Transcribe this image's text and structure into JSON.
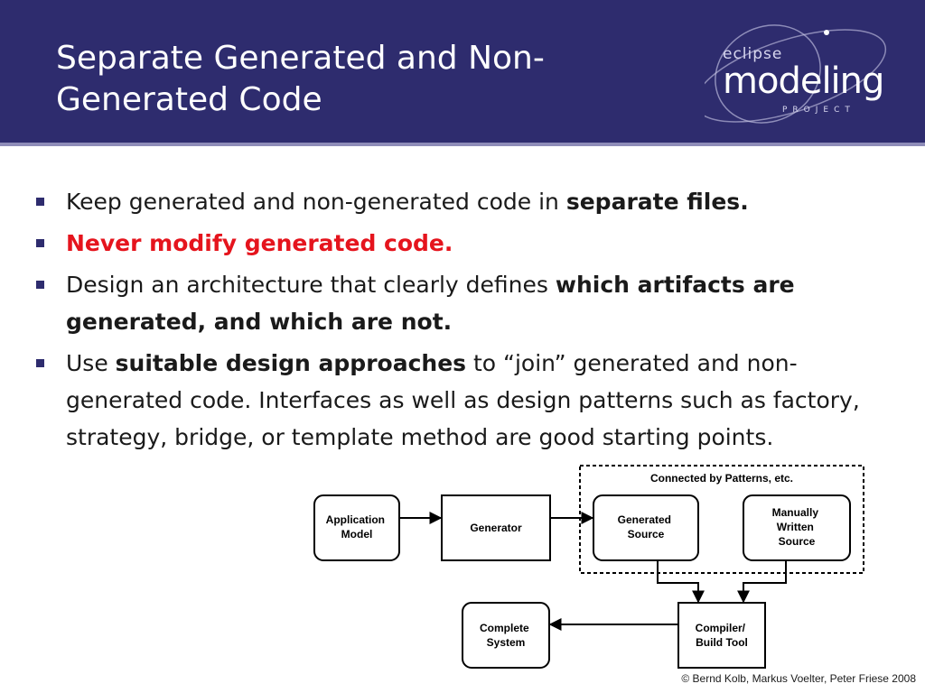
{
  "slide": {
    "title": "Separate Generated and Non-Generated Code",
    "header_color": "#2e2c6e",
    "accent_red": "#e5141d"
  },
  "logo": {
    "small": "eclipse",
    "big": "modeling",
    "sub": "PROJECT",
    "icon": "orbit-logo-icon"
  },
  "bullets": [
    {
      "normal": "Keep generated and non-generated code in ",
      "bold": "separate files.",
      "after": ""
    },
    {
      "red": "Never modify generated code."
    },
    {
      "normal": "Design an architecture that clearly defines ",
      "bold": "which artifacts are generated, and which are not.",
      "after": ""
    },
    {
      "normal": "Use ",
      "bold": "suitable design approaches",
      "after": " to “join” generated and non-generated code. Interfaces as well as design patterns such as factory, strategy, bridge, or template method are good starting points."
    }
  ],
  "diagram": {
    "group_label": "Connected by Patterns, etc.",
    "boxes": {
      "application_model": [
        "Application",
        "Model"
      ],
      "generator": [
        "Generator"
      ],
      "generated_source": [
        "Generated",
        "Source"
      ],
      "manually_written_source": [
        "Manually",
        "Written",
        "Source"
      ],
      "compiler_build_tool": [
        "Compiler/",
        "Build Tool"
      ],
      "complete_system": [
        "Complete",
        "System"
      ]
    }
  },
  "footer": {
    "copyright": "© Bernd Kolb, Markus Voelter, Peter Friese 2008"
  }
}
